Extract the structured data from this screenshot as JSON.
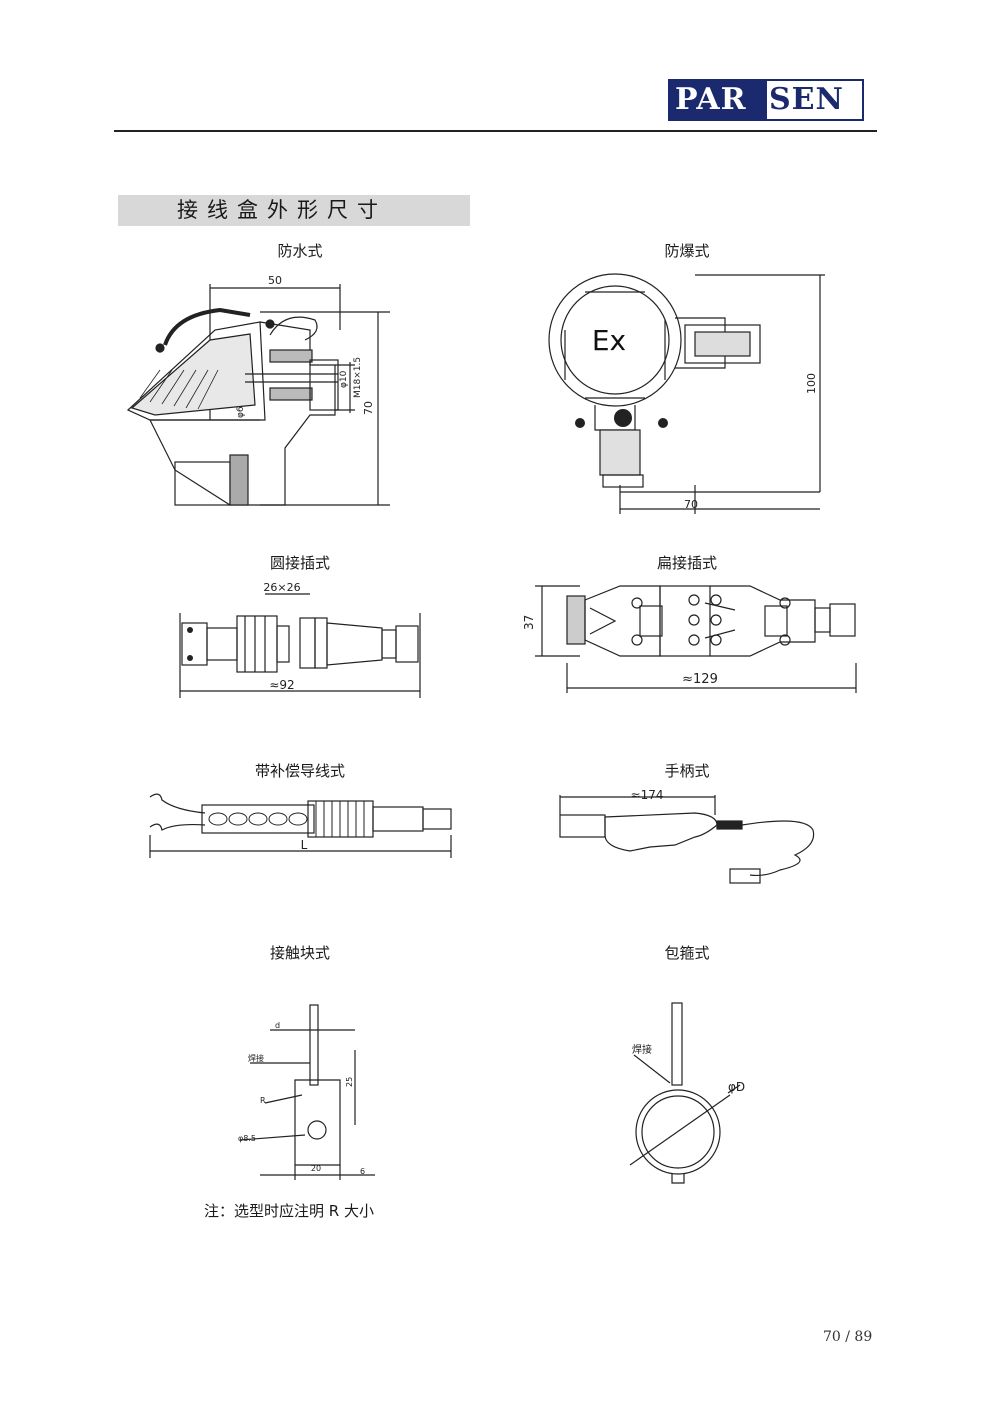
{
  "logo": {
    "part1": "PAR",
    "part2": "SEN"
  },
  "section_title": "接线盒外形尺寸",
  "diagrams": {
    "waterproof": {
      "label": "防水式",
      "dim_width": "50",
      "dim_height": "70",
      "dim_d10": "φ10",
      "dim_d6": "φ6",
      "dim_thread": "M18×1.5"
    },
    "explosion_proof": {
      "label": "防爆式",
      "ex_mark": "Ex",
      "dim_height": "100",
      "dim_width": "70"
    },
    "round_plug": {
      "label": "圆接插式",
      "dim_square": "26×26",
      "dim_length": "≈92"
    },
    "flat_plug": {
      "label": "扁接插式",
      "dim_height": "37",
      "dim_length": "≈129"
    },
    "compensation_wire": {
      "label": "带补偿导线式",
      "dim_length": "L"
    },
    "handle": {
      "label": "手柄式",
      "dim_length": "≈174"
    },
    "contact_block": {
      "label": "接触块式",
      "dim_d": "d",
      "dim_weld": "焊接",
      "dim_r": "R",
      "dim_hole": "φ8.5",
      "dim_width": "20",
      "dim_thick": "6",
      "dim_height": "25"
    },
    "clamp": {
      "label": "包箍式",
      "dim_weld": "焊接",
      "dim_diameter": "φD"
    }
  },
  "note": "注：选型时应注明 R 大小",
  "page_number": "70 / 89"
}
